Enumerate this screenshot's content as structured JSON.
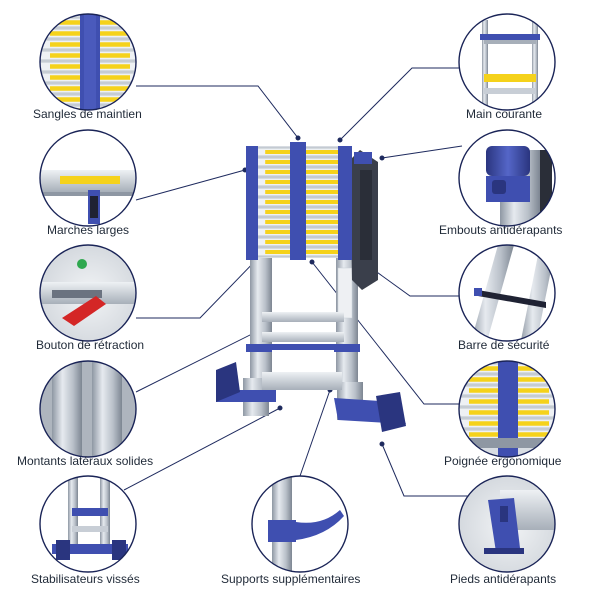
{
  "colors": {
    "connector": "#1e2a5e",
    "circle_stroke": "#1a2457",
    "ladder_blue": "#3f4fb0",
    "ladder_blue_dark": "#2a357f",
    "aluminium": "#c8ced6",
    "aluminium_dark": "#8e97a3",
    "label_yellow": "#f5d21b",
    "text": "#1f2937"
  },
  "features": [
    {
      "id": "sangles",
      "label": "Sangles de maintien",
      "icon": "strap-closeup"
    },
    {
      "id": "main-courante",
      "label": "Main courante",
      "icon": "handrail-closeup"
    },
    {
      "id": "marches",
      "label": "Marches larges",
      "icon": "wide-step-closeup"
    },
    {
      "id": "embouts",
      "label": "Embouts antidérapants",
      "icon": "end-cap-closeup"
    },
    {
      "id": "bouton",
      "label": "Bouton de rétraction",
      "icon": "release-button-closeup"
    },
    {
      "id": "barre",
      "label": "Barre de sécurité",
      "icon": "safety-bar-closeup"
    },
    {
      "id": "montants",
      "label": "Montants latéraux solides",
      "icon": "side-rails-closeup"
    },
    {
      "id": "poignee",
      "label": "Poignée ergonomique",
      "icon": "handle-closeup"
    },
    {
      "id": "stabilisateurs",
      "label": "Stabilisateurs vissés",
      "icon": "stabilizer-closeup"
    },
    {
      "id": "supports",
      "label": "Supports supplémentaires",
      "icon": "support-bracket-closeup"
    },
    {
      "id": "pieds",
      "label": "Pieds antidérapants",
      "icon": "foot-closeup"
    }
  ]
}
